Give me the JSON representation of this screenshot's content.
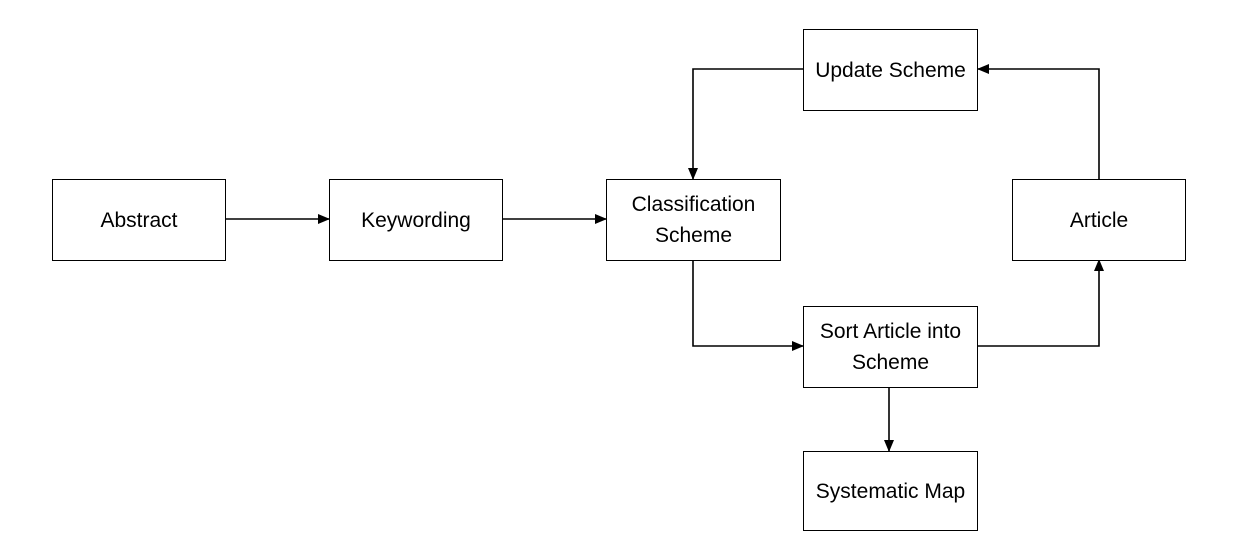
{
  "diagram": {
    "type": "flowchart",
    "nodes": [
      {
        "id": "abstract",
        "label": "Abstract"
      },
      {
        "id": "keywording",
        "label": "Keywording"
      },
      {
        "id": "classification",
        "label": "Classification Scheme"
      },
      {
        "id": "update",
        "label": "Update Scheme"
      },
      {
        "id": "article",
        "label": "Article"
      },
      {
        "id": "sort",
        "label": "Sort Article into Scheme"
      },
      {
        "id": "map",
        "label": "Systematic Map"
      }
    ],
    "edges": [
      {
        "from": "abstract",
        "to": "keywording"
      },
      {
        "from": "keywording",
        "to": "classification"
      },
      {
        "from": "classification",
        "to": "sort"
      },
      {
        "from": "sort",
        "to": "article"
      },
      {
        "from": "article",
        "to": "update"
      },
      {
        "from": "update",
        "to": "classification"
      },
      {
        "from": "sort",
        "to": "map"
      }
    ],
    "line_color": "#000000",
    "box_border_color": "#000000",
    "box_fill_color": "#ffffff"
  }
}
